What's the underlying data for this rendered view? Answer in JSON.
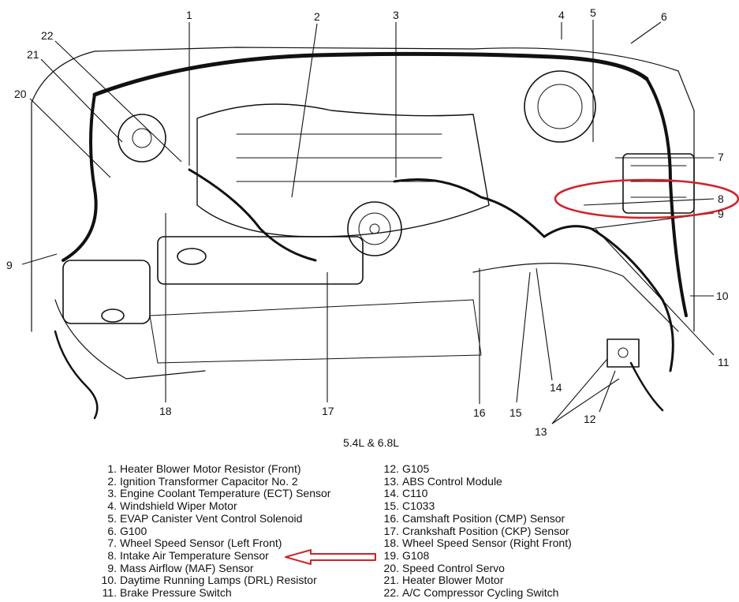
{
  "diagram": {
    "subtitle": "5.4L & 6.8L",
    "callouts": [
      {
        "label": "1"
      },
      {
        "label": "2"
      },
      {
        "label": "3"
      },
      {
        "label": "4"
      },
      {
        "label": "5"
      },
      {
        "label": "6"
      },
      {
        "label": "7"
      },
      {
        "label": "8"
      },
      {
        "label": "9"
      },
      {
        "label": "9"
      },
      {
        "label": "10"
      },
      {
        "label": "11"
      },
      {
        "label": "12"
      },
      {
        "label": "13"
      },
      {
        "label": "14"
      },
      {
        "label": "15"
      },
      {
        "label": "16"
      },
      {
        "label": "17"
      },
      {
        "label": "18"
      },
      {
        "label": "20"
      },
      {
        "label": "21"
      },
      {
        "label": "22"
      }
    ],
    "highlight_color": "#d61f26"
  },
  "legend_left": [
    {
      "num": "1.",
      "text": "Heater Blower Motor Resistor (Front)"
    },
    {
      "num": "2.",
      "text": "Ignition Transformer Capacitor No. 2"
    },
    {
      "num": "3.",
      "text": "Engine Coolant Temperature (ECT) Sensor"
    },
    {
      "num": "4.",
      "text": "Windshield Wiper Motor"
    },
    {
      "num": "5.",
      "text": "EVAP Canister Vent Control Solenoid"
    },
    {
      "num": "6.",
      "text": "G100"
    },
    {
      "num": "7.",
      "text": "Wheel Speed Sensor (Left Front)"
    },
    {
      "num": "8.",
      "text": "Intake Air Temperature Sensor"
    },
    {
      "num": "9.",
      "text": "Mass Airflow (MAF) Sensor"
    },
    {
      "num": "10.",
      "text": "Daytime Running Lamps (DRL) Resistor"
    },
    {
      "num": "11.",
      "text": "Brake Pressure Switch"
    }
  ],
  "legend_right": [
    {
      "num": "12.",
      "text": "G105"
    },
    {
      "num": "13.",
      "text": "ABS Control Module"
    },
    {
      "num": "14.",
      "text": "C110"
    },
    {
      "num": "15.",
      "text": "C1033"
    },
    {
      "num": "16.",
      "text": "Camshaft Position (CMP) Sensor"
    },
    {
      "num": "17.",
      "text": "Crankshaft Position (CKP) Sensor"
    },
    {
      "num": "18.",
      "text": "Wheel Speed Sensor (Right Front)"
    },
    {
      "num": "19.",
      "text": "G108"
    },
    {
      "num": "20.",
      "text": "Speed Control Servo"
    },
    {
      "num": "21.",
      "text": "Heater Blower Motor"
    },
    {
      "num": "22.",
      "text": "A/C Compressor Cycling Switch"
    }
  ]
}
